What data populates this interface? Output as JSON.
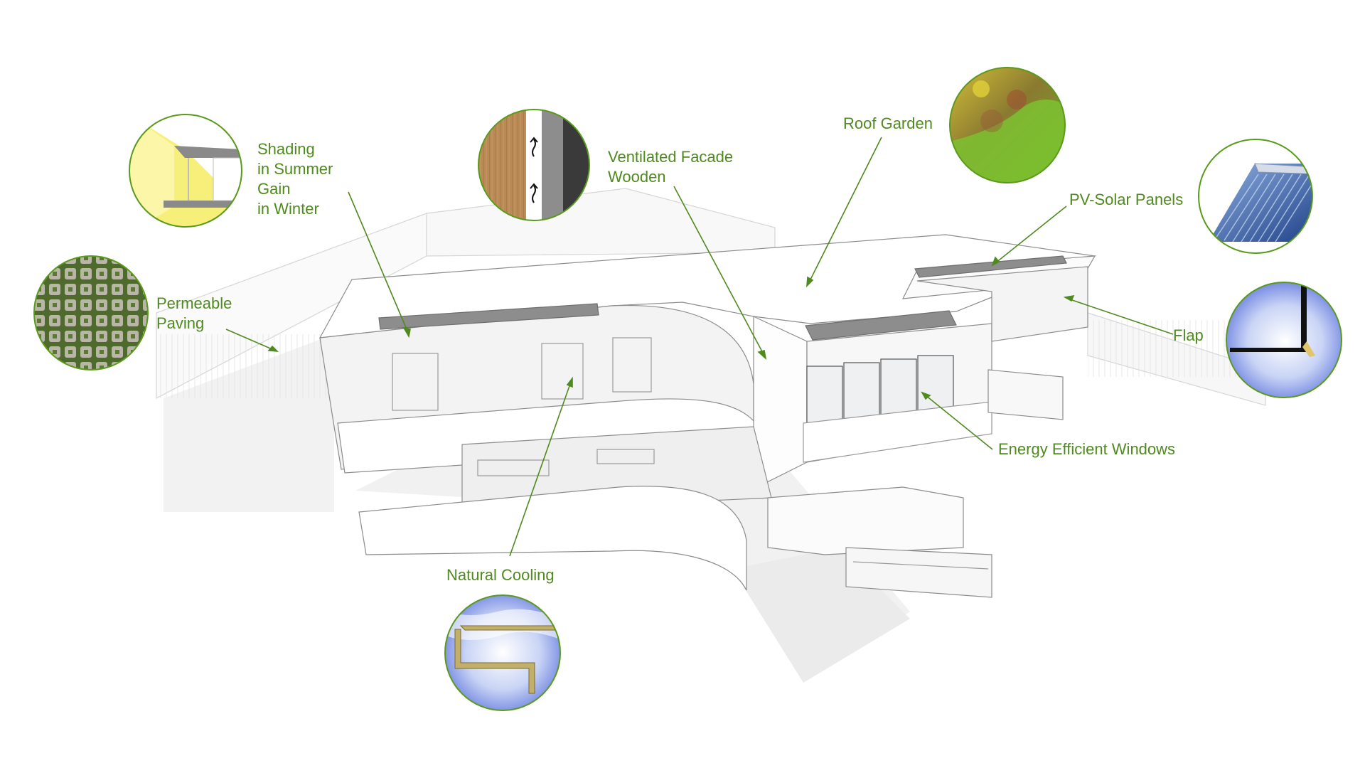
{
  "diagram": {
    "accent_color": "#4f8a1e",
    "circle_border_color": "#5a9a1a",
    "callouts": [
      {
        "id": "shading",
        "lines": [
          "Shading",
          "in Summer",
          "Gain",
          "in Winter"
        ]
      },
      {
        "id": "ventilated-facade",
        "lines": [
          "Ventilated Facade",
          "Wooden"
        ]
      },
      {
        "id": "roof-garden",
        "lines": [
          "Roof Garden"
        ]
      },
      {
        "id": "pv-solar-panels",
        "lines": [
          "PV-Solar Panels"
        ]
      },
      {
        "id": "permeable-paving",
        "lines": [
          "Permeable",
          "Paving"
        ]
      },
      {
        "id": "flap",
        "lines": [
          "Flap"
        ]
      },
      {
        "id": "energy-efficient-windows",
        "lines": [
          "Energy Efficient Windows"
        ]
      },
      {
        "id": "natural-cooling",
        "lines": [
          "Natural Cooling"
        ]
      }
    ]
  }
}
